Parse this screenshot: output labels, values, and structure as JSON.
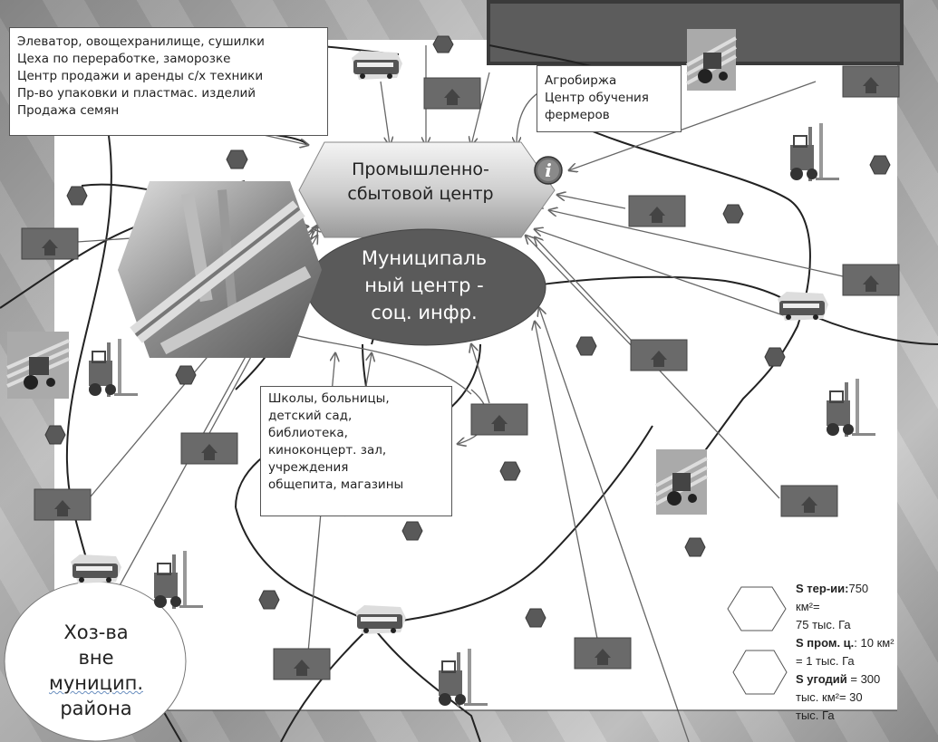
{
  "box_services": {
    "lines": [
      "Элеватор, овощехранилище, сушилки",
      "Цеха по переработке, заморозке",
      "Центр продажи и аренды с/х техники",
      "Пр-во упаковки и пластмас. изделий",
      "Продажа семян"
    ]
  },
  "box_agro": {
    "lines": [
      "Агробиржа",
      "Центр обучения",
      "фермеров"
    ]
  },
  "box_social": {
    "lines": [
      "Школы, больницы,",
      "детский сад,",
      "библиотека,",
      "киноконцерт. зал,",
      "учреждения",
      "общепита, магазины"
    ]
  },
  "industrial_center": {
    "line1": "Промышленно-",
    "line2": "сбытовой центр"
  },
  "municipal_center": {
    "line1": "Муниципаль",
    "line2": "ный центр -",
    "line3": "соц. инфр."
  },
  "outside_farms": {
    "line1": "Хоз-ва",
    "line2": "вне",
    "line3": "муницип.",
    "line4": "района"
  },
  "legend": {
    "territory_label": "S тер-ии:",
    "territory_value": "750",
    "territory_unit": "км²=",
    "territory_ha": "75 тыс. Га",
    "industrial_label": "S пром. ц.",
    "industrial_value": ": 10 км²",
    "industrial_ha": "= 1 тыс. Га",
    "land_label": "S угодий",
    "land_value": " = 300",
    "land_unit": "тыс. км²= 30",
    "land_ha": "тыс. Га"
  },
  "icons": [
    "house-icon",
    "hexagon-icon",
    "bus-icon",
    "forklift-icon",
    "tractor-icon",
    "factory-photo",
    "info-icon"
  ]
}
